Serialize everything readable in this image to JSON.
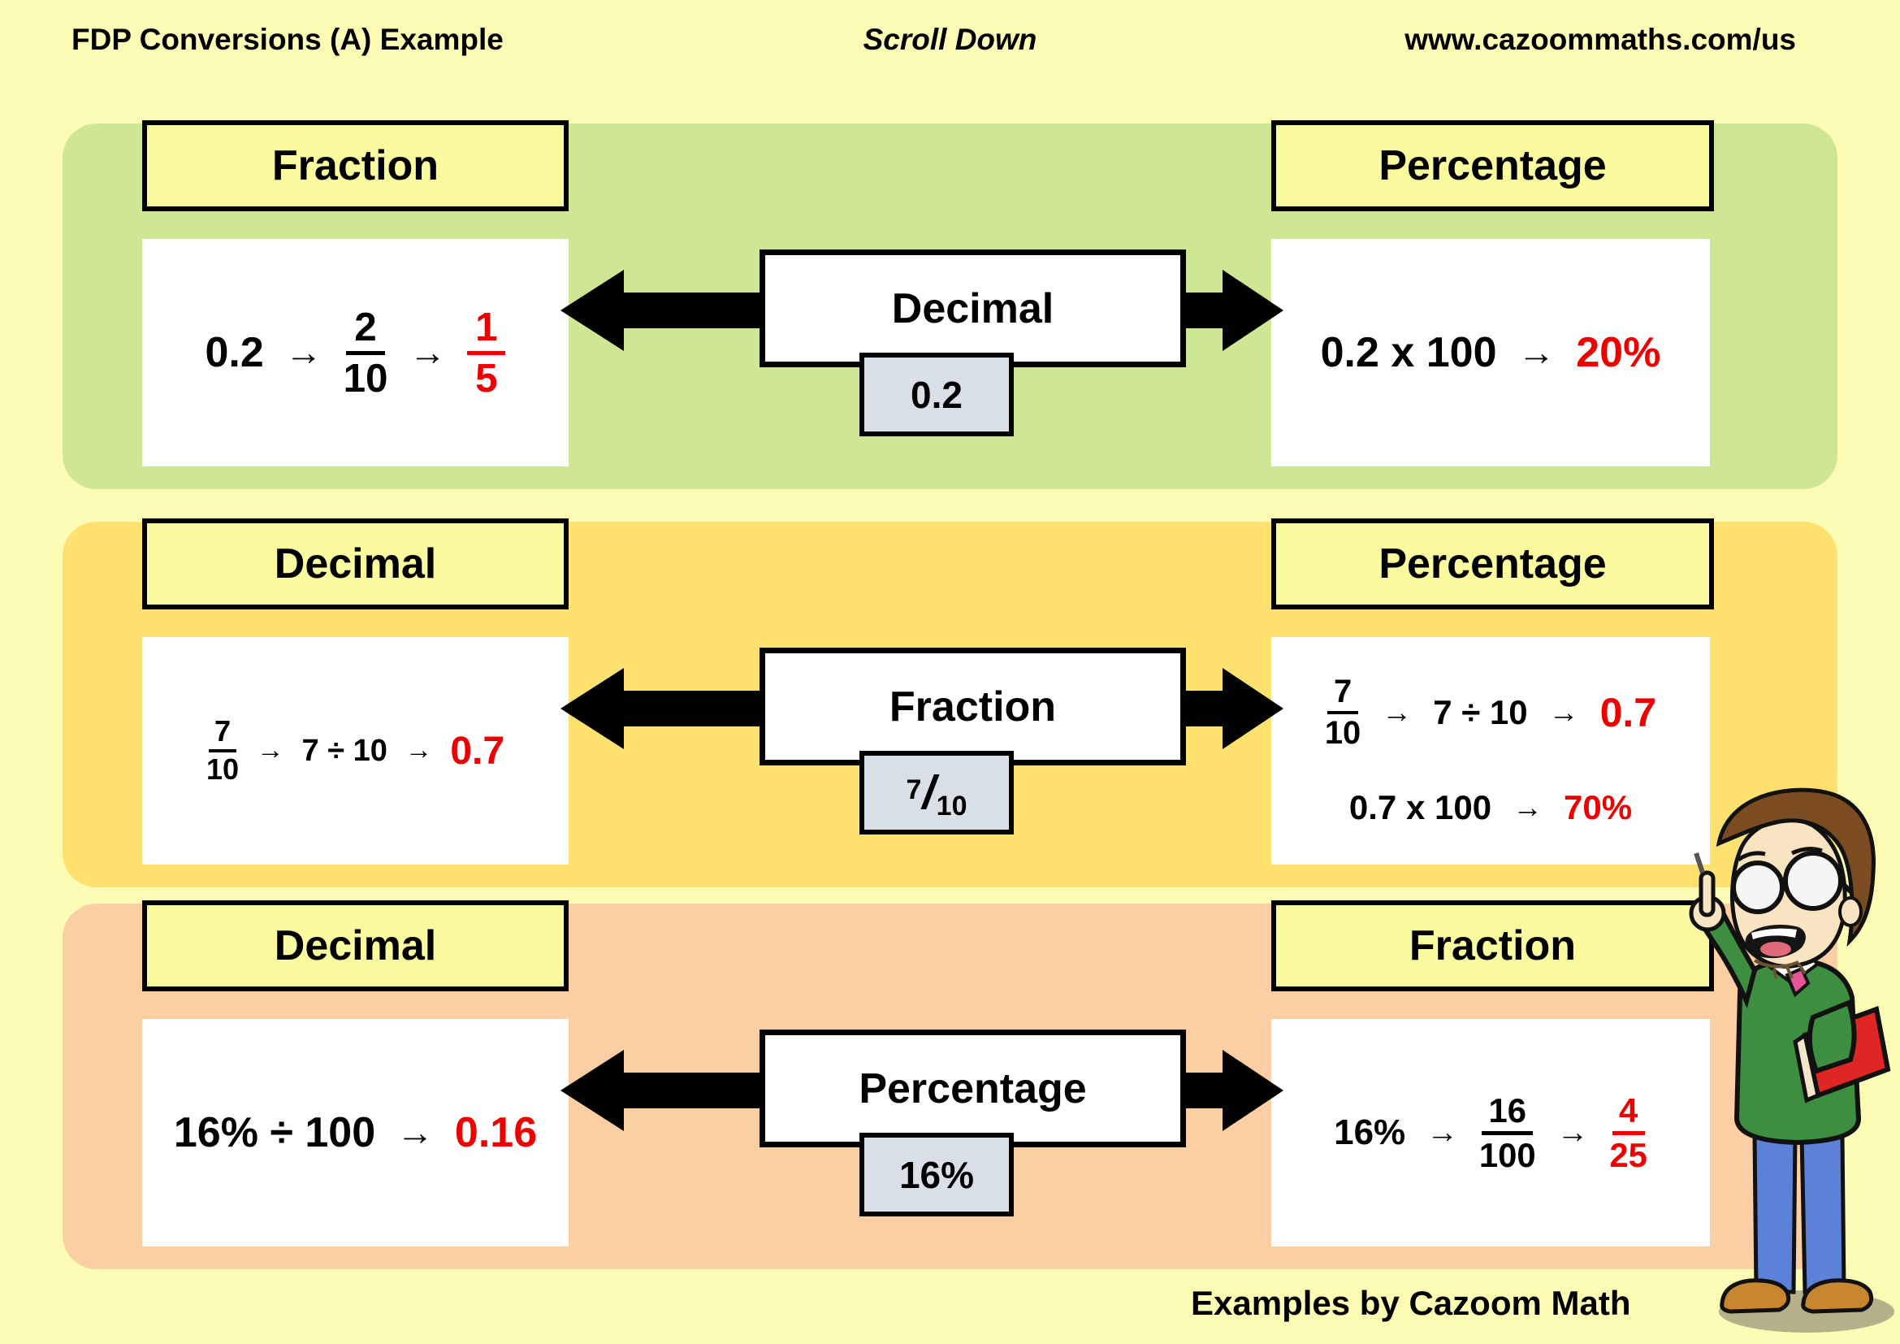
{
  "header": {
    "title": "FDP Conversions (A) Example",
    "center_note": "Scroll Down",
    "url": "www.cazoommaths.com/us"
  },
  "footer": {
    "credit": "Examples by Cazoom Math"
  },
  "colors": {
    "page_bg": "#FCFCB4",
    "panel_green": "#CFE794",
    "panel_gold": "#FFE170",
    "panel_peach": "#FBCFA3",
    "label_yellow": "#FAFA9E",
    "gray_box": "#D8DFE6",
    "red": "#EE0000",
    "black": "#000000"
  },
  "glyphs": {
    "arrow": "→"
  },
  "panels": [
    {
      "bg": "#CFE794",
      "left_label": "Fraction",
      "right_label": "Percentage",
      "center_label": "Decimal",
      "center_rows": [
        [
          {
            "t": "text",
            "v": "0.2"
          }
        ]
      ],
      "left_rows": [
        [
          {
            "t": "text",
            "v": "0.2"
          },
          {
            "t": "arrow"
          },
          {
            "t": "frac",
            "n": "2",
            "d": "10"
          },
          {
            "t": "arrow"
          },
          {
            "t": "frac",
            "n": "1",
            "d": "5",
            "red": true
          }
        ]
      ],
      "right_rows": [
        [
          {
            "t": "text",
            "v": "0.2 x 100"
          },
          {
            "t": "arrow"
          },
          {
            "t": "text",
            "v": "20%",
            "red": true
          }
        ]
      ]
    },
    {
      "bg": "#FFE170",
      "left_label": "Decimal",
      "right_label": "Percentage",
      "center_label": "Fraction",
      "center_rows": [
        [
          {
            "t": "sfrac",
            "n": "7",
            "d": "10"
          }
        ]
      ],
      "left_rows": [
        [
          {
            "t": "frac",
            "n": "7",
            "d": "10"
          },
          {
            "t": "arrow"
          },
          {
            "t": "text",
            "v": "7 ÷ 10"
          },
          {
            "t": "arrow"
          },
          {
            "t": "text",
            "v": "0.7",
            "red": true
          }
        ]
      ],
      "right_rows": [
        [
          {
            "t": "frac",
            "n": "7",
            "d": "10"
          },
          {
            "t": "arrow"
          },
          {
            "t": "text",
            "v": "7 ÷ 10"
          },
          {
            "t": "arrow"
          },
          {
            "t": "text",
            "v": "0.7",
            "red": true
          }
        ],
        [
          {
            "t": "text",
            "v": "0.7 x 100"
          },
          {
            "t": "arrow"
          },
          {
            "t": "text",
            "v": "70%",
            "red": true
          }
        ]
      ]
    },
    {
      "bg": "#FBCFA3",
      "left_label": "Decimal",
      "right_label": "Fraction",
      "center_label": "Percentage",
      "center_rows": [
        [
          {
            "t": "text",
            "v": "16%"
          }
        ]
      ],
      "left_rows": [
        [
          {
            "t": "text",
            "v": "16% ÷ 100"
          },
          {
            "t": "arrow"
          },
          {
            "t": "text",
            "v": "0.16",
            "red": true
          }
        ]
      ],
      "right_rows": [
        [
          {
            "t": "text",
            "v": "16%"
          },
          {
            "t": "arrow"
          },
          {
            "t": "frac",
            "n": "16",
            "d": "100"
          },
          {
            "t": "arrow"
          },
          {
            "t": "frac",
            "n": "4",
            "d": "25",
            "red": true
          }
        ]
      ]
    }
  ]
}
